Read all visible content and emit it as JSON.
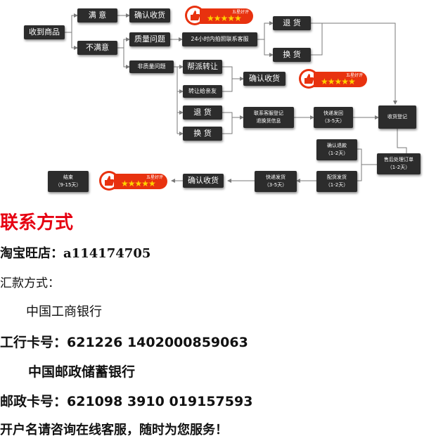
{
  "flowchart": {
    "receive": "收到商品",
    "satisfied": "满 意",
    "unsatisfied": "不满意",
    "confirm_top": "确认收货",
    "quality": "质量问题",
    "service_24h": "24小时内拍照联系客服",
    "non_quality": "非质量问题",
    "return_top": "退 货",
    "exchange_top": "换 货",
    "help_transfer": "帮派转让",
    "transfer_friend": "转让给亲友",
    "confirm_mid": "确认收货",
    "return_mid": "退 货",
    "exchange_mid": "换 货",
    "contact_service": "联系客服登记\n退换货信息",
    "fast_ship": "快递发回\n（3-5天）",
    "receive_register": "收货登记",
    "after_sale": "售后处理订单\n（1-2天）",
    "confirm_refund": "确认退款\n（1-2天）",
    "dispatch": "配货发货\n（1-2天）",
    "express": "快递发货\n（3-5天）",
    "confirm_bottom": "确认收货",
    "end": "结束\n（9-15天）",
    "badge_text": "五星好评",
    "badge_stars": "★★★★★",
    "colors": {
      "box": "#2c2c2c",
      "badge": "#e8320f",
      "star": "#ffd200",
      "line": "#7a7a7a"
    }
  },
  "contact": {
    "heading": "联系方式",
    "shop_label": "淘宝旺店：",
    "shop_value": "a114174705",
    "remit_label": "汇款方式：",
    "bank1": "中国工商银行",
    "card1_label": "工行卡号：",
    "card1_value": "621226 1402000859063",
    "bank2": "中国邮政储蓄银行",
    "card2_label": "邮政卡号：",
    "card2_value": "621098 3910 019157593",
    "footer": "开户名请咨询在线客服，随时为您服务！",
    "heading_color": "#e60012"
  }
}
